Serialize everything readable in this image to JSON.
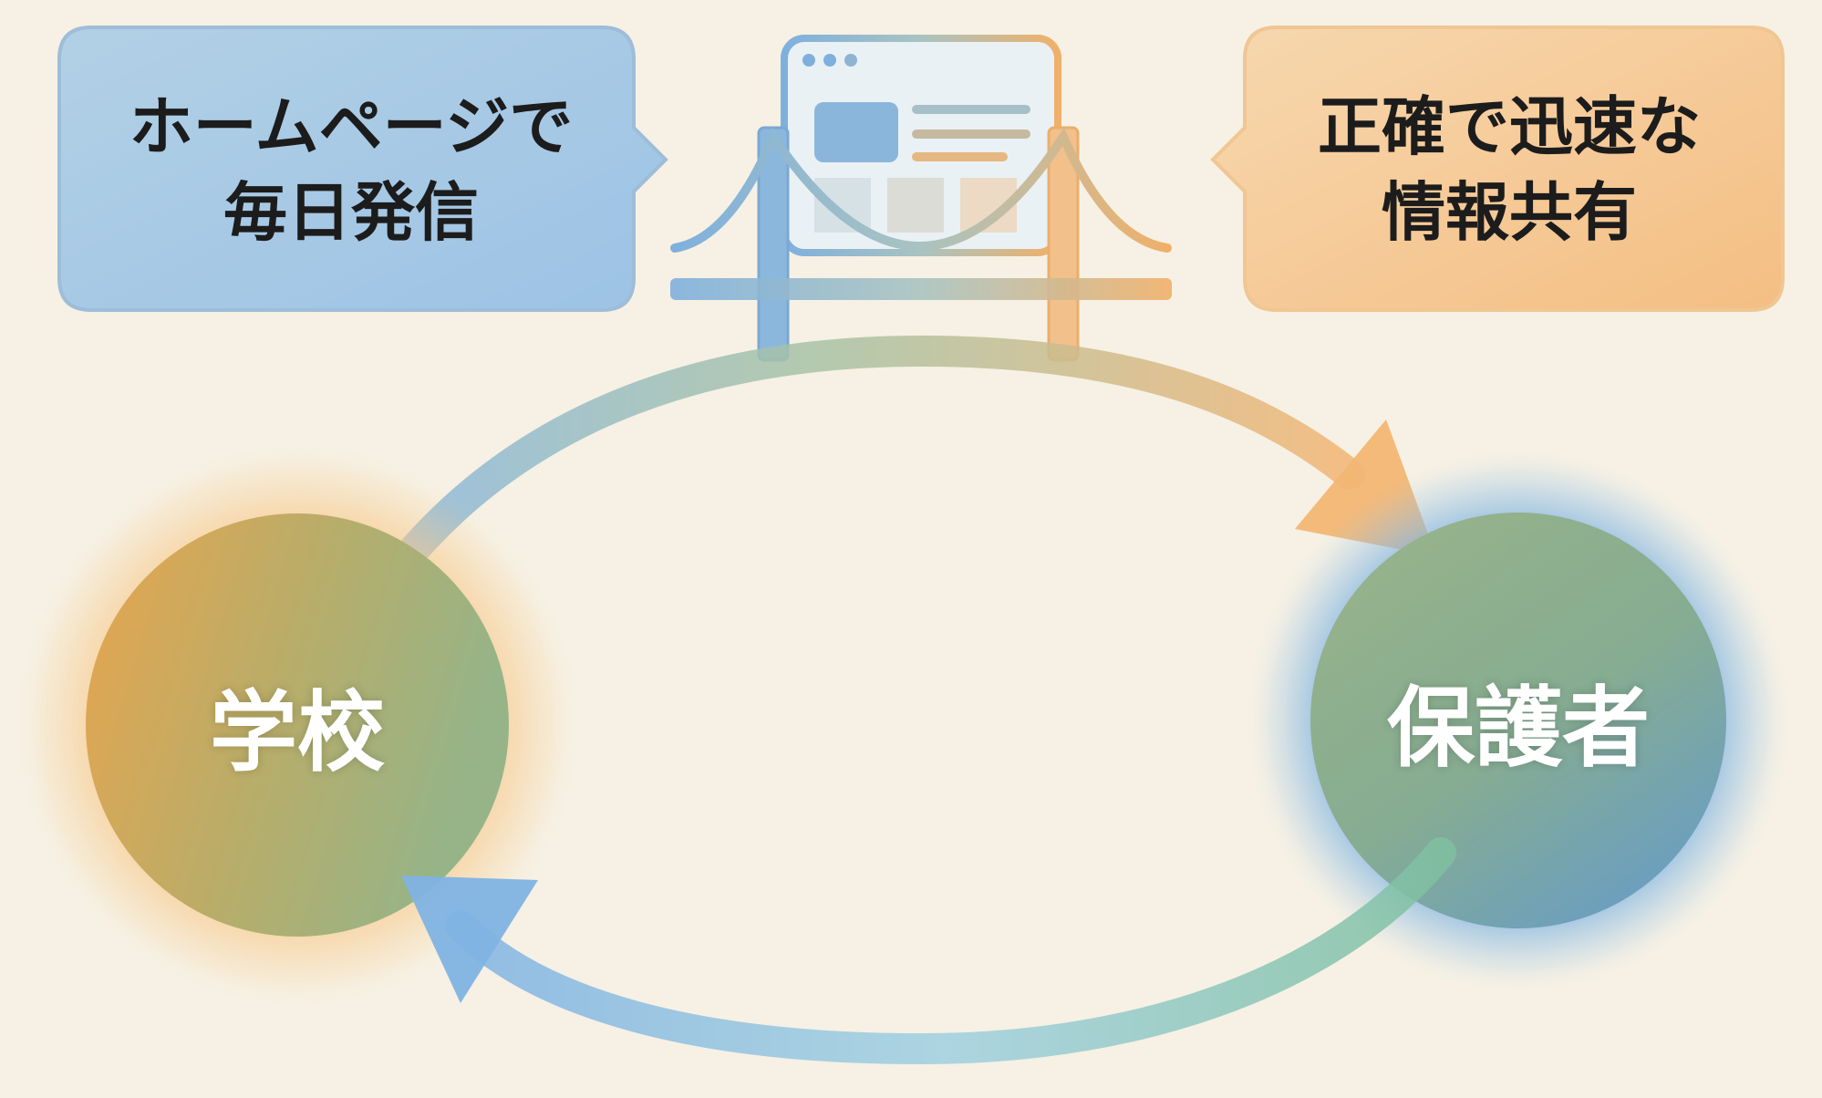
{
  "bubbles": {
    "left": {
      "line1": "ホームページで",
      "line2": "毎日発信"
    },
    "right": {
      "line1": "正確で迅速な",
      "line2": "情報共有"
    }
  },
  "nodes": {
    "school": "学校",
    "parents": "保護者"
  },
  "icons": {
    "bridge": "bridge-icon",
    "browser": "browser-window-icon"
  },
  "colors": {
    "background": "#f6f1e4",
    "blue": "#7fb0dd",
    "orange": "#f0b06a",
    "green": "#8fb08c"
  }
}
